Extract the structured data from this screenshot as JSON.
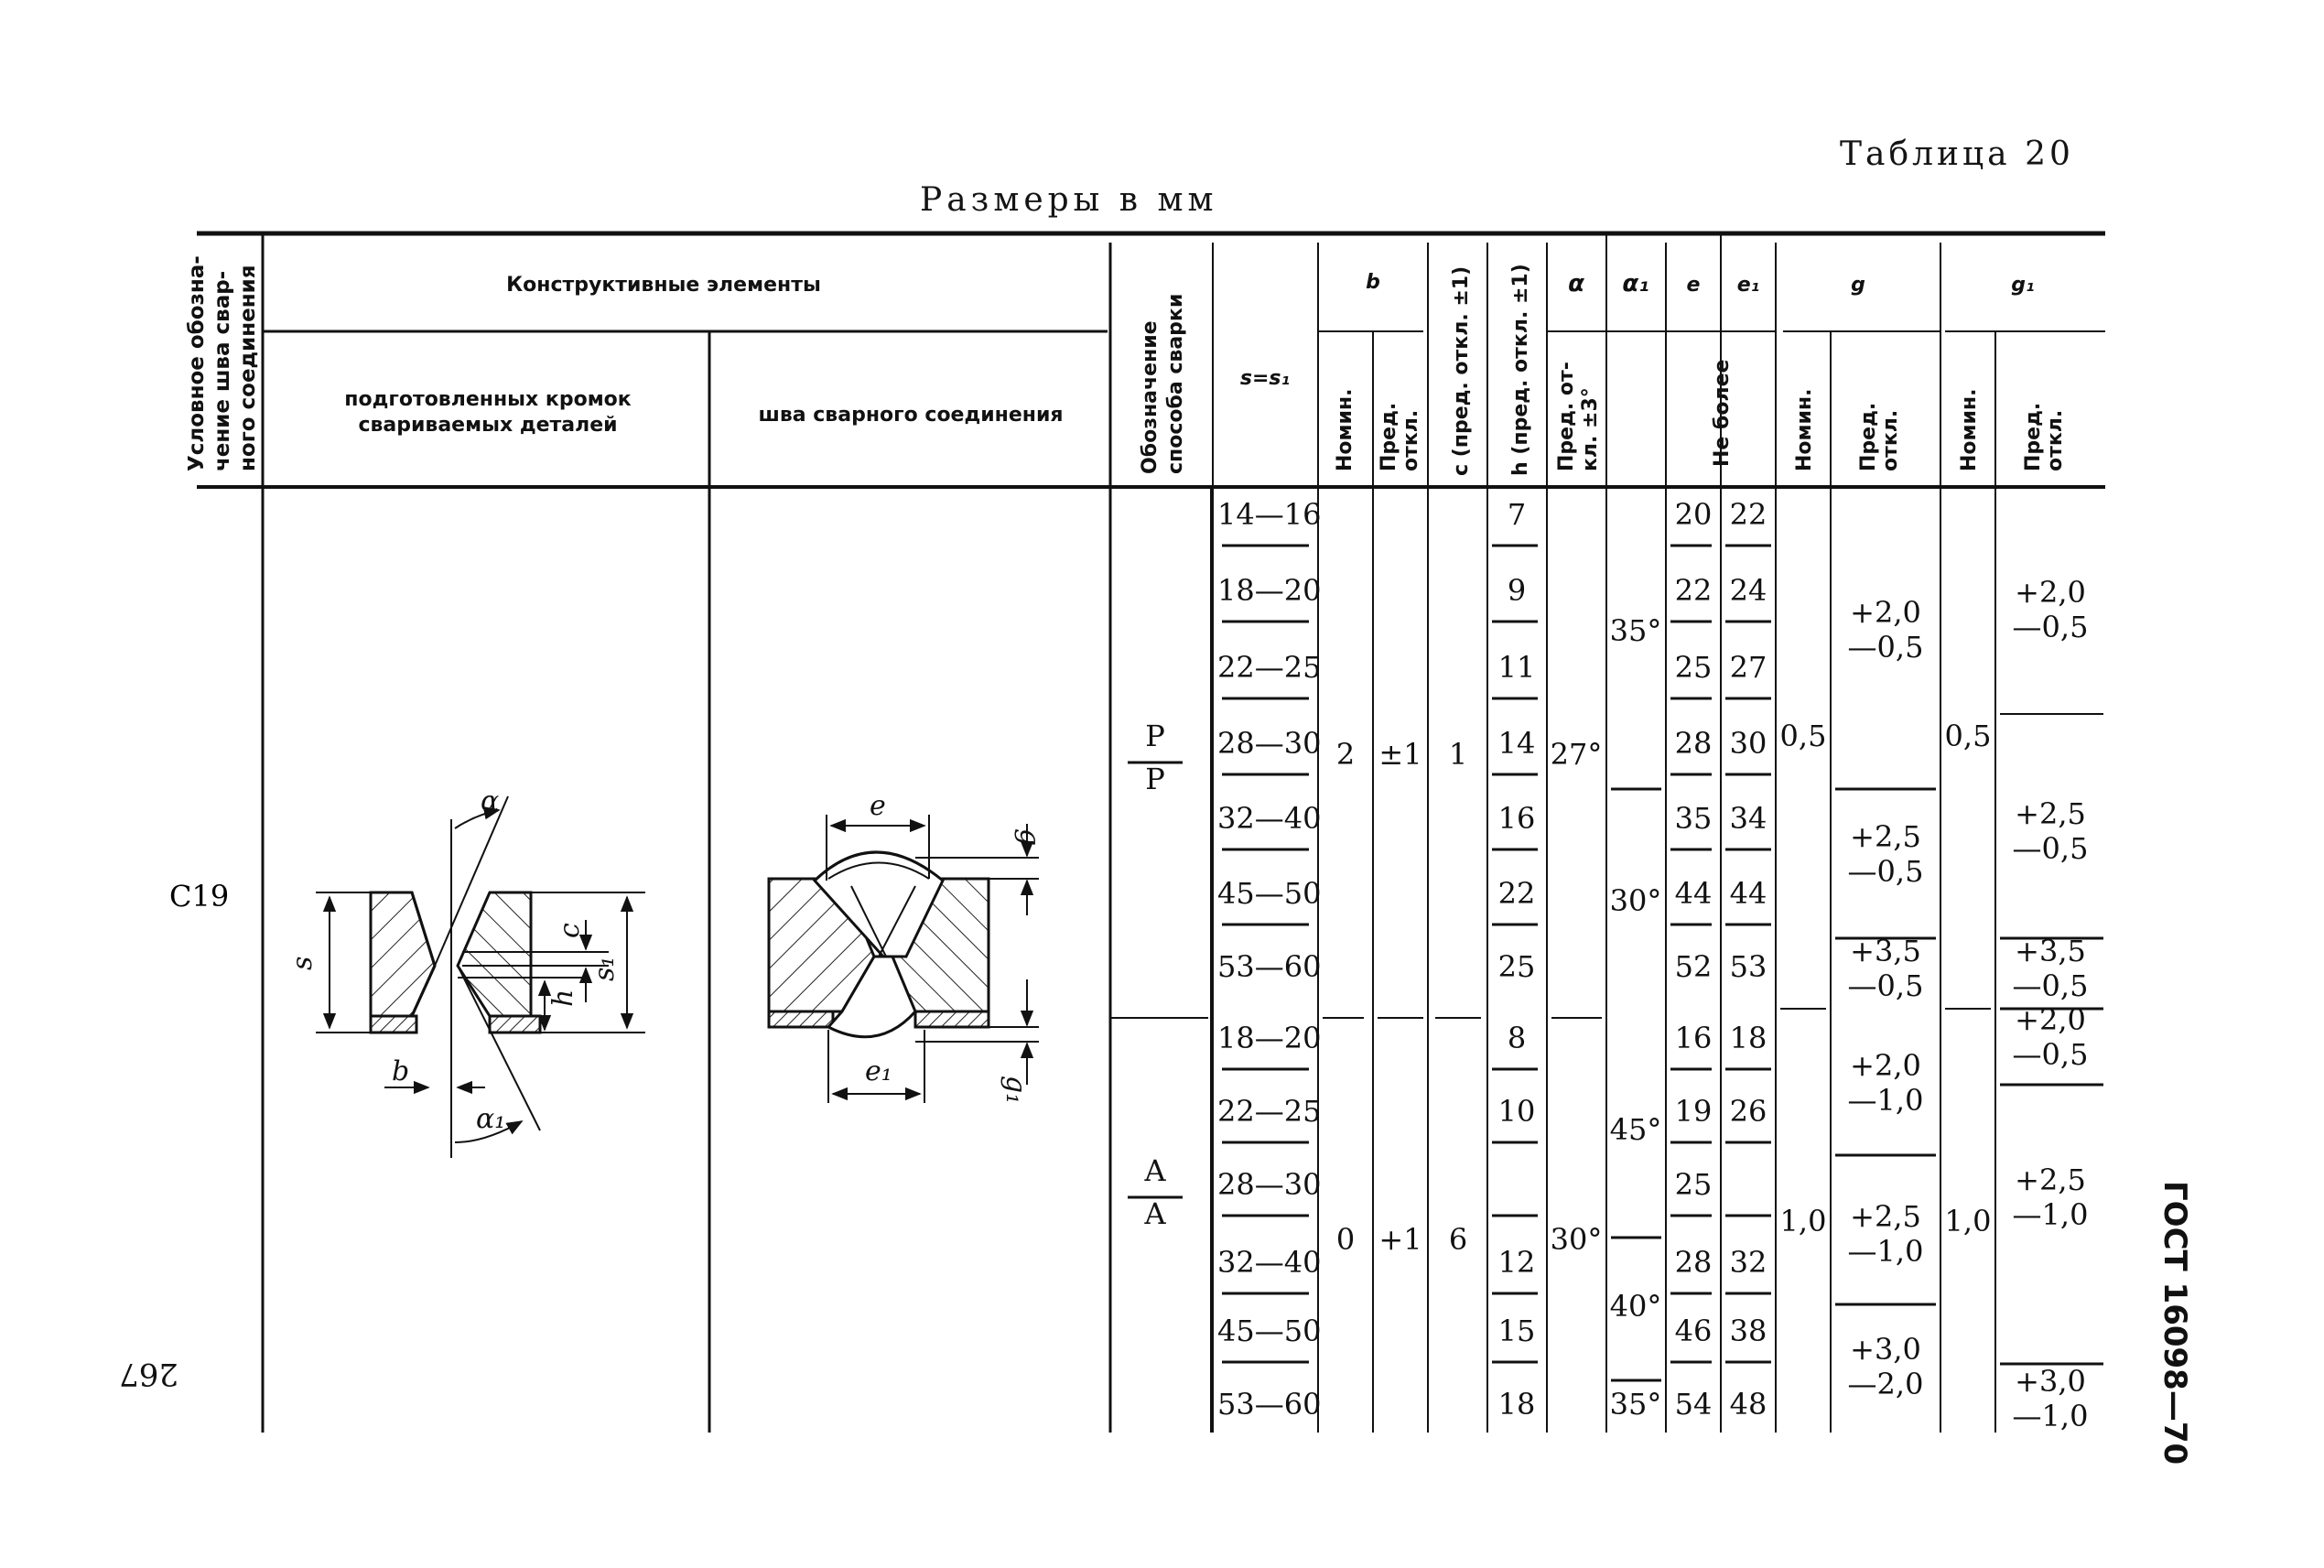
{
  "page": {
    "table_label": "Таблица 20",
    "units": "Размеры в мм",
    "page_number": "267",
    "side_code": "ГОСТ 16098—70"
  },
  "header": {
    "designation": [
      "Условное обозна-",
      "чение шва свар-",
      "ного соединения"
    ],
    "constructive": "Конструктивные элементы",
    "prepared": [
      "подготовленных кромок",
      "свариваемых деталей"
    ],
    "weld": "шва сварного соединения",
    "method": [
      "Обозначение",
      "способа сварки"
    ],
    "s": "s=s₁",
    "b": "b",
    "c": "c (пред. откл. ±1)",
    "h": "h (пред. откл. ±1)",
    "alpha": "α",
    "alpha1": "α₁",
    "e": "e",
    "e1": "e₁",
    "g": "g",
    "g1": "g₁",
    "nom": "Номин.",
    "dev": [
      "Пред.",
      "откл."
    ],
    "angle_dev": [
      "Пред. от-",
      "кл. ±3°"
    ],
    "not_more": "Не более"
  },
  "drawing_labels": {
    "alpha": "α",
    "alpha1": "α₁",
    "s": "s",
    "c": "c",
    "h": "h",
    "s1": "s₁",
    "b": "b",
    "e": "e",
    "e1": "e₁",
    "g": "g",
    "g1": "g₁"
  },
  "weld_code": "С19",
  "groups": [
    {
      "method": [
        "Р",
        "Р"
      ],
      "b_nom": "2",
      "b_dev": "±1",
      "c": "1",
      "alpha": "27°",
      "g_nom": "0,5",
      "g1_nom": "0,5",
      "rows": [
        {
          "s": "14—16",
          "h": "7",
          "e": "20",
          "e1": "22"
        },
        {
          "s": "18—20",
          "h": "9",
          "e": "22",
          "e1": "24"
        },
        {
          "s": "22—25",
          "h": "11",
          "e": "25",
          "e1": "27"
        },
        {
          "s": "28—30",
          "h": "14",
          "e": "28",
          "e1": "30"
        },
        {
          "s": "32—40",
          "h": "16",
          "e": "35",
          "e1": "34"
        },
        {
          "s": "45—50",
          "h": "22",
          "e": "44",
          "e1": "44"
        },
        {
          "s": "53—60",
          "h": "25",
          "e": "52",
          "e1": "53"
        }
      ],
      "alpha1": [
        {
          "value": "35°"
        },
        {
          "value": "30°"
        }
      ],
      "g_dev": [
        [
          "+2,0",
          "—0,5"
        ],
        [
          "+2,5",
          "—0,5"
        ],
        [
          "+3,5",
          "—0,5"
        ]
      ],
      "g1_dev": [
        [
          "+2,0",
          "—0,5"
        ],
        [
          "+2,5",
          "—0,5"
        ],
        [
          "+3,5",
          "—0,5"
        ]
      ]
    },
    {
      "method": [
        "А",
        "А"
      ],
      "b_nom": "0",
      "b_dev": "+1",
      "c": "6",
      "alpha": "30°",
      "g_nom": "1,0",
      "g1_nom": "1,0",
      "rows": [
        {
          "s": "18—20",
          "h": "8",
          "e": "16",
          "e1": "18"
        },
        {
          "s": "22—25",
          "h": "10",
          "e": "19",
          "e1": "26"
        },
        {
          "s": "28—30",
          "h": "",
          "e": "25",
          "e1": ""
        },
        {
          "s": "32—40",
          "h": "12",
          "e": "28",
          "e1": "32"
        },
        {
          "s": "45—50",
          "h": "15",
          "e": "46",
          "e1": "38"
        },
        {
          "s": "53—60",
          "h": "18",
          "e": "54",
          "e1": "48"
        }
      ],
      "alpha1": [
        {
          "value": "45°"
        },
        {
          "value": "40°"
        },
        {
          "value": "35°"
        }
      ],
      "g_dev": [
        [
          "+2,0",
          "—1,0"
        ],
        [
          "+2,5",
          "—1,0"
        ],
        [
          "+3,0",
          "—2,0"
        ]
      ],
      "g1_dev": [
        [
          "+2,0",
          "—0,5"
        ],
        [
          "+2,5",
          "—1,0"
        ],
        [
          "+3,0",
          "—1,0"
        ]
      ]
    }
  ]
}
